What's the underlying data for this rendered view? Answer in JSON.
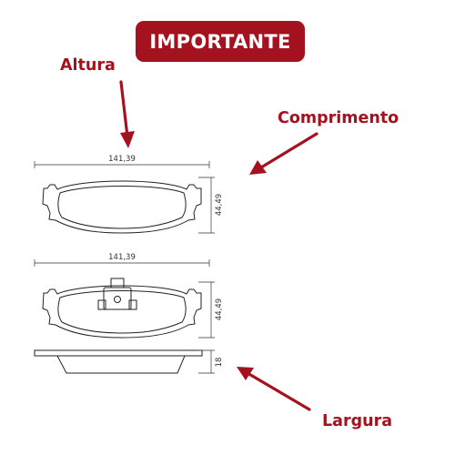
{
  "header": {
    "badge": "IMPORTANTE"
  },
  "labels": {
    "altura": "Altura",
    "comprimento": "Comprimento",
    "largura": "Largura"
  },
  "dimensions": {
    "top_view": {
      "width": "141,39",
      "height": "44,49"
    },
    "front_view": {
      "width": "141,39",
      "height": "44,49"
    },
    "side_view": {
      "thickness": "18"
    }
  },
  "colors": {
    "accent": "#a5121f",
    "line": "#222222"
  }
}
